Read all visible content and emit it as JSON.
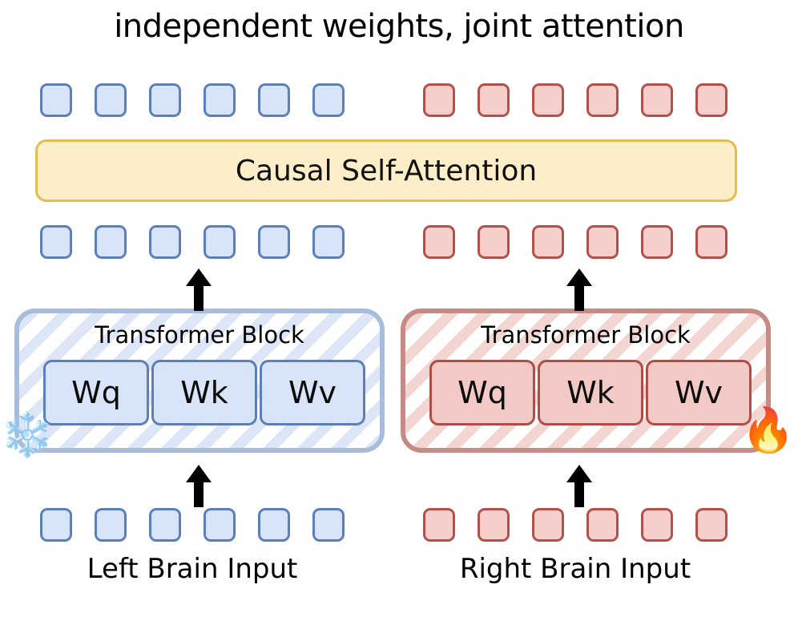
{
  "title": "independent weights, joint attention",
  "colors": {
    "blue_fill": "#d8e4f8",
    "blue_border": "#5c7fb9",
    "red_fill": "#f6cfcd",
    "red_border": "#b2514a",
    "attention_fill": "#fbeec9",
    "attention_border": "#e3bc52",
    "left_block_border": "#a8bcdc",
    "right_block_border": "#c78b86",
    "arrow": "#000000",
    "background": "#ffffff"
  },
  "attention": {
    "label": "Causal Self-Attention"
  },
  "token_rows": {
    "output_row": {
      "label": "output-tokens",
      "left_count": 6,
      "right_count": 6,
      "left_color": "blue",
      "right_color": "red"
    },
    "middle_row": {
      "label": "hidden-tokens",
      "left_count": 6,
      "right_count": 6,
      "left_color": "blue",
      "right_color": "red"
    },
    "input_row": {
      "label": "input-tokens",
      "left_count": 6,
      "right_count": 6,
      "left_color": "blue",
      "right_color": "red"
    }
  },
  "blocks": {
    "left": {
      "label": "Transformer Block",
      "weights": [
        "Wq",
        "Wk",
        "Wv"
      ],
      "state_icon": "snowflake-icon",
      "state_glyph": "❄️",
      "state_meaning": "frozen"
    },
    "right": {
      "label": "Transformer Block",
      "weights": [
        "Wq",
        "Wk",
        "Wv"
      ],
      "state_icon": "fire-icon",
      "state_glyph": "🔥",
      "state_meaning": "trainable"
    }
  },
  "captions": {
    "left": "Left Brain Input",
    "right": "Right Brain Input"
  },
  "arrows": {
    "names": [
      "left-lower-arrow",
      "right-lower-arrow",
      "left-upper-arrow",
      "right-upper-arrow"
    ],
    "direction": "up"
  }
}
